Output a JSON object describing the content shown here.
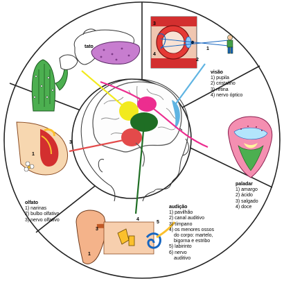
{
  "senses": {
    "tato": {
      "title": "tato"
    },
    "visao": {
      "title": "visão",
      "items": [
        "1) pupila",
        "2) cristalino",
        "3) retina",
        "4) nervo óptico"
      ],
      "markers": [
        "1",
        "2",
        "3",
        "4"
      ]
    },
    "paladar": {
      "title": "paladar",
      "items": [
        "1) amargo",
        "2) ácido",
        "3) salgado",
        "4) doce"
      ]
    },
    "audicao": {
      "title": "audição",
      "items": [
        "1) pavilhão",
        "2) canal auditivo",
        "3) tímpano",
        "4) os menores ossos",
        "do corpo: martelo,",
        "bigorna e estribo",
        "5) labirinto",
        "6) nervo",
        "auditivo"
      ],
      "markers": [
        "1",
        "3",
        "4",
        "5"
      ]
    },
    "olfato": {
      "title": "olfato",
      "items": [
        "1) narinas",
        "2) bulbo olfativo",
        "3) nervo olfativo"
      ],
      "markers": [
        "1",
        "3"
      ]
    }
  },
  "colors": {
    "tato": "#f2ea1e",
    "visao": "#5fb4e2",
    "paladar": "#ec2d8f",
    "audicao": "#1f6e24",
    "olfato": "#e34a4a",
    "brain_outline": "#6f6f6f"
  }
}
